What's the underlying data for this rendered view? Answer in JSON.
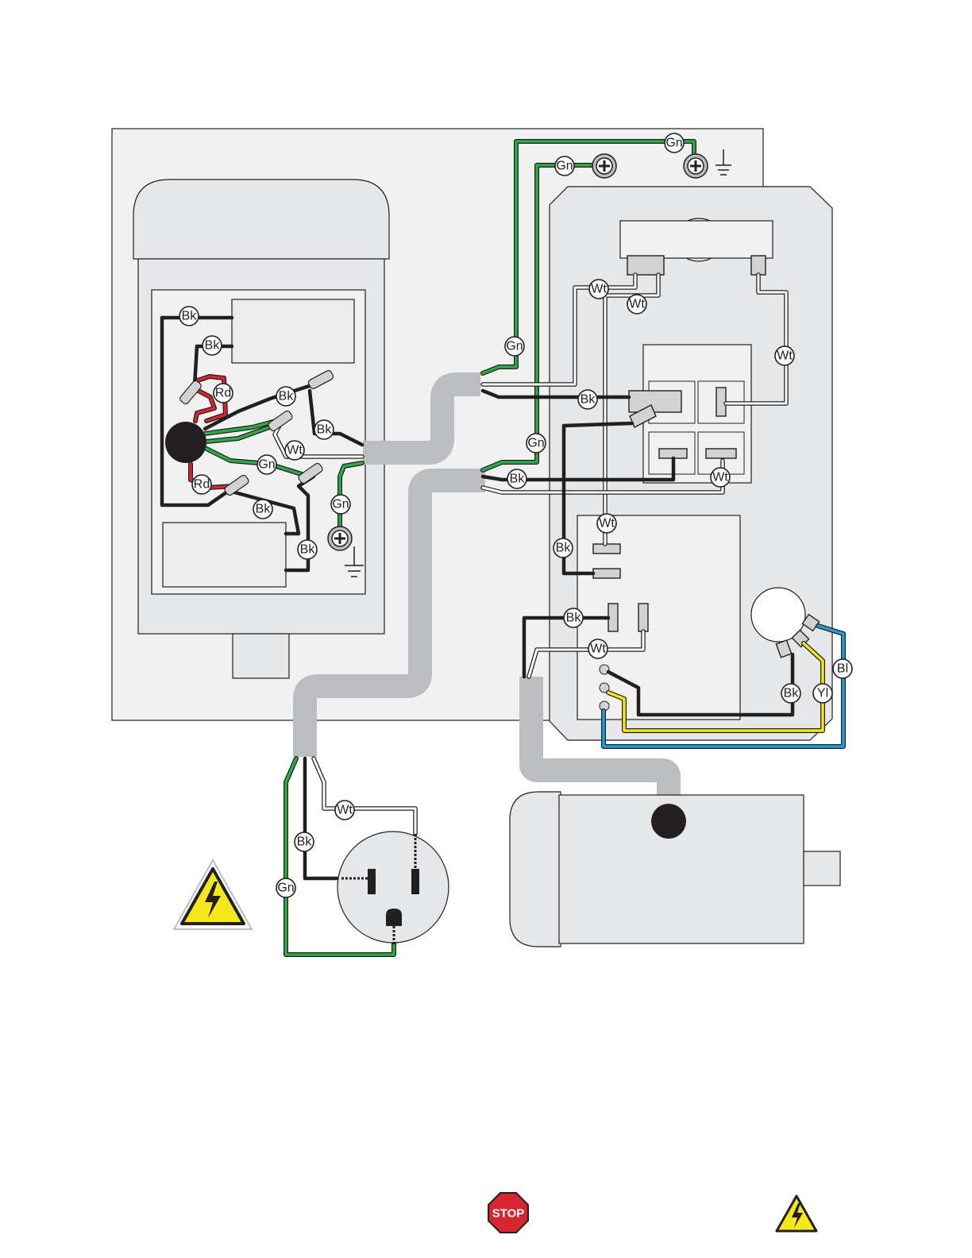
{
  "wire_labels": {
    "black": "Bk",
    "white": "Wt",
    "green": "Gn",
    "red": "Rd",
    "yellow": "Yl",
    "blue": "Bl"
  },
  "colors": {
    "black_wire": "#231f20",
    "white_wire": "#ffffff",
    "green_wire": "#2eaa49",
    "red_wire": "#d7262e",
    "yellow_wire": "#f4e81a",
    "blue_wire": "#20a0db",
    "conduit": "#bcbdc0",
    "panel": "#f1f1f2",
    "warning_yellow": "#f4e81a",
    "stop_red": "#d7262e"
  },
  "icons": [
    "ground-symbol-icon",
    "ground-screw-icon",
    "warning-high-voltage-icon",
    "stop-sign-icon"
  ],
  "footer": {
    "stop_sign_text": "STOP"
  }
}
